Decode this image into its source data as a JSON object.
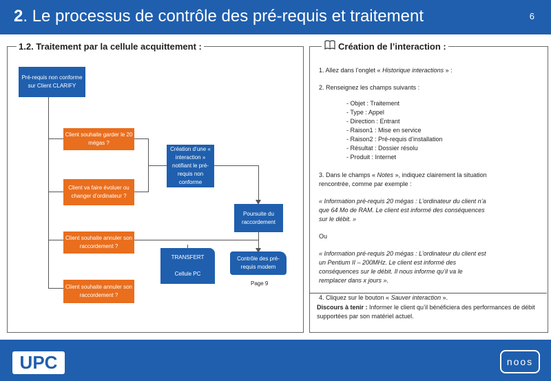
{
  "header": {
    "number": "2",
    "title": ". Le processus de contrôle des pré-requis et traitement",
    "page": "6"
  },
  "left_section": {
    "title": "1.2. Traitement par la cellule acquittement :"
  },
  "right_section": {
    "title": "Création de l’interaction :"
  },
  "flow": {
    "prereq_box": "Pré-requis non conforme sur Client CLARIFY",
    "keep_20": "Client souhaite garder le 20 mégas ?",
    "evolve_pc": "Client va faire évoluer ou changer d’ordinateur ?",
    "create_interaction": "Création d’une « interaction » notifiant le pré-requis non conforme",
    "continue_connection": "Poursuite du raccordement",
    "cancel_1": "Client souhaite annuler son raccordement ?",
    "transfer": "TRANSFERT",
    "pc_cell": "Cellule PC",
    "modem_check": "Contrôle des pré-requis modem",
    "page_ref": "Page 9",
    "cancel_2": "Client souhaite annuler son raccordement ?"
  },
  "steps": {
    "s1_prefix": "1. Allez dans l’onglet « ",
    "s1_italic": "Historique interactions",
    "s1_suffix": " » :",
    "s2": "2. Renseignez les champs suivants :",
    "fields": [
      "- Objet : Traitement",
      "- Type : Appel",
      "- Direction : Entrant",
      "- Raison1 : Mise en service",
      "- Raison2 : Pré-requis d’installation",
      "- Résultat : Dossier résolu",
      "- Produit : Internet"
    ],
    "s3_prefix": "3. Dans le champs « ",
    "s3_italic": "Notes",
    "s3_suffix": " », indiquez clairement la situation rencontrée, comme par exemple :",
    "example1": "« Information pré-requis 20 mégas : L’ordinateur du client n’a que 64 Mo de RAM. Le client est informé des conséquences sur le débit. »",
    "or": "Ou",
    "example2": "« Information pré-requis 20 mégas : L’ordinateur du client est un Pentium II – 200MHz. Le client est informé des conséquences sur le débit. Il nous informe qu’il va le remplacer dans x jours ».",
    "s4_prefix": "4. Cliquez sur le bouton « ",
    "s4_italic": "Sauver interaction",
    "s4_suffix": " ».",
    "discours_label": "Discours à tenir :",
    "discours_text": " Informer le client qu’il bénéficiera des performances de débit supportées par son matériel actuel."
  },
  "footer": {
    "logo_left": "UPC",
    "logo_right": "noos"
  },
  "colors": {
    "brand_blue": "#1f5fae",
    "orange": "#e96e1d"
  }
}
